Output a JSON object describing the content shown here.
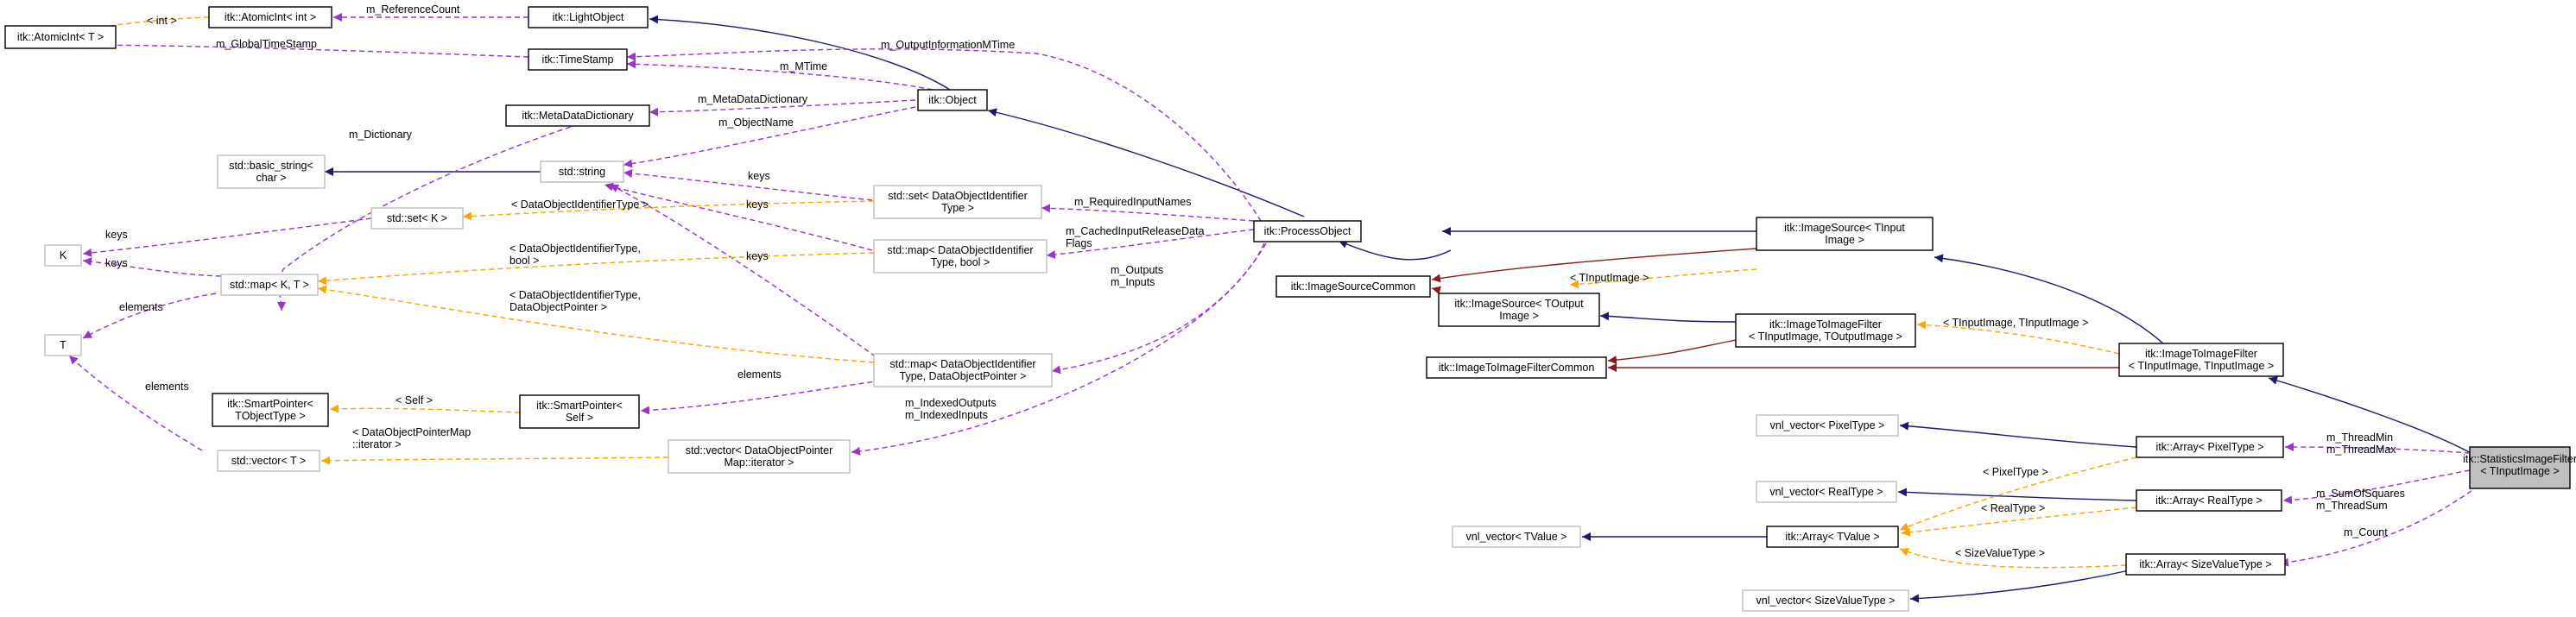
{
  "colors": {
    "inheritance": "#191970",
    "private_inheritance": "#8b1a1a",
    "usage": "#9a32cd",
    "template": "#ffa500",
    "focus_fill": "#bfbfbf",
    "gray_border": "#bfbfbf"
  },
  "nodes": {
    "atomicint_int": [
      "itk::AtomicInt< int >"
    ],
    "atomicint_t": [
      "itk::AtomicInt< T >"
    ],
    "lightobject": [
      "itk::LightObject"
    ],
    "timestamp": [
      "itk::TimeStamp"
    ],
    "object": [
      "itk::Object"
    ],
    "metadatadictionary": [
      "itk::MetaDataDictionary"
    ],
    "basic_string": [
      "std::basic_string<",
      "char >"
    ],
    "std_string": [
      "std::string"
    ],
    "set_k": [
      "std::set< K >"
    ],
    "k": [
      "K"
    ],
    "map_kt": [
      "std::map< K, T >"
    ],
    "t": [
      "T"
    ],
    "set_doid": [
      "std::set< DataObjectIdentifier",
      "Type >"
    ],
    "map_doid_bool": [
      "std::map< DataObjectIdentifier",
      "Type, bool >"
    ],
    "map_doid_ptr": [
      "std::map< DataObjectIdentifier",
      "Type, DataObjectPointer >"
    ],
    "processobject": [
      "itk::ProcessObject"
    ],
    "smartpointer_tobject": [
      "itk::SmartPointer<",
      "TObjectType >"
    ],
    "smartpointer_self": [
      "itk::SmartPointer<",
      "Self >"
    ],
    "vector_t": [
      "std::vector< T >"
    ],
    "vector_dop": [
      "std::vector< DataObjectPointer",
      "Map::iterator >"
    ],
    "imagesource_tinput": [
      "itk::ImageSource< TInput",
      "Image >"
    ],
    "imagesourcecommon": [
      "itk::ImageSourceCommon"
    ],
    "imagesource_toutput": [
      "itk::ImageSource< TOutput",
      "Image >"
    ],
    "imagetoimagefilter_io": [
      "itk::ImageToImageFilter",
      "< TInputImage, TOutputImage >"
    ],
    "imagetoimagefiltercommon": [
      "itk::ImageToImageFilterCommon"
    ],
    "imagetoimagefilter_ii": [
      "itk::ImageToImageFilter",
      "< TInputImage, TInputImage >"
    ],
    "vnl_pixeltype": [
      "vnl_vector< PixelType >"
    ],
    "array_pixeltype": [
      "itk::Array< PixelType >"
    ],
    "vnl_realtype": [
      "vnl_vector< RealType >"
    ],
    "array_realtype": [
      "itk::Array< RealType >"
    ],
    "vnl_tvalue": [
      "vnl_vector< TValue >"
    ],
    "array_tvalue": [
      "itk::Array< TValue >"
    ],
    "array_sizevaluetype": [
      "itk::Array< SizeValueType >"
    ],
    "vnl_sizevaluetype": [
      "vnl_vector< SizeValueType >"
    ],
    "statisticsimagefilter": [
      "itk::StatisticsImageFilter",
      "< TInputImage >"
    ]
  },
  "edge_labels": {
    "int_tpl": [
      "< int >"
    ],
    "reference_count": [
      "m_ReferenceCount"
    ],
    "global_timestamp": [
      "m_GlobalTimeStamp"
    ],
    "output_info_mtime": [
      "m_OutputInformationMTime"
    ],
    "mtime": [
      "m_MTime"
    ],
    "metadatadictionary": [
      "m_MetaDataDictionary"
    ],
    "objectname": [
      "m_ObjectName"
    ],
    "dictionary": [
      "m_Dictionary"
    ],
    "keys_string_set": [
      "keys"
    ],
    "keys_string_map_bool": [
      "keys"
    ],
    "keys_string_map_ptr": [
      "keys"
    ],
    "keys_set_k": [
      "keys"
    ],
    "keys_map_kt": [
      "keys"
    ],
    "doid_tpl": [
      "< DataObjectIdentifierType >"
    ],
    "doid_bool_tpl": [
      "< DataObjectIdentifierType,",
      "bool >"
    ],
    "doid_ptr_tpl": [
      "< DataObjectIdentifierType,",
      "DataObjectPointer >"
    ],
    "elements_t_map": [
      "elements"
    ],
    "elements_t_vector": [
      "elements"
    ],
    "required_input_names": [
      "m_RequiredInputNames"
    ],
    "cached_input_release": [
      "m_CachedInputReleaseData",
      "Flags"
    ],
    "outputs_inputs": [
      "m_Outputs",
      "m_Inputs"
    ],
    "elements_smartpointer": [
      "elements"
    ],
    "self_tpl": [
      "< Self >"
    ],
    "dop_map_iter_tpl": [
      "< DataObjectPointerMap",
      "::iterator >"
    ],
    "indexed": [
      "m_IndexedOutputs",
      "m_IndexedInputs"
    ],
    "tinputimage_tpl": [
      "< TInputImage >"
    ],
    "tinput_tinput_tpl": [
      "< TInputImage, TInputImage >"
    ],
    "pixeltype_tpl": [
      "< PixelType >"
    ],
    "realtype_tpl": [
      "< RealType >"
    ],
    "sizevaluetype_tpl": [
      "< SizeValueType >"
    ],
    "threadmin_max": [
      "m_ThreadMin",
      "m_ThreadMax"
    ],
    "sumofsquares_threadsum": [
      "m_SumOfSquares",
      "m_ThreadSum"
    ],
    "count": [
      "m_Count"
    ]
  }
}
